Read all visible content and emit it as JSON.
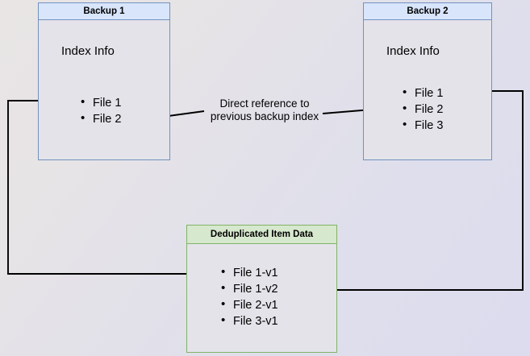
{
  "diagram": {
    "title_hidden": "",
    "colors": {
      "blue_border": "#7392bf",
      "blue_header": "#d8e5fa",
      "green_border": "#82b366",
      "green_header": "#d6e8cd",
      "body_fill": "#e4e3e9",
      "wire": "#000000"
    },
    "backup1": {
      "header": "Backup 1",
      "section_label": "Index Info",
      "files": [
        "File 1",
        "File 2"
      ]
    },
    "backup2": {
      "header": "Backup 2",
      "section_label": "Index Info",
      "files": [
        "File 1",
        "File 2",
        "File 3"
      ]
    },
    "dedup": {
      "header": "Deduplicated Item Data",
      "files": [
        "File 1-v1",
        "File 1-v2",
        "File 2-v1",
        "File 3-v1"
      ]
    },
    "annotation": {
      "line1": "Direct reference to",
      "line2": "previous backup index"
    }
  }
}
